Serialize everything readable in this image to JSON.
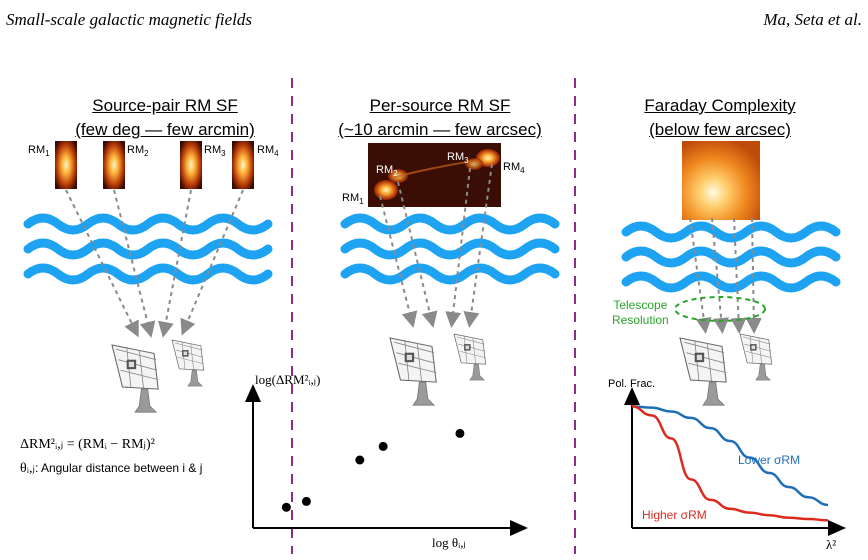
{
  "header": {
    "left": "Small-scale galactic magnetic fields",
    "right": "Ma, Seta et al."
  },
  "panels": [
    {
      "title_line1": "Source-pair RM SF",
      "title_line2": "(few deg — few arcmin)",
      "rm_labels": [
        "RM",
        "RM",
        "RM",
        "RM"
      ],
      "rm_subs": [
        "1",
        "2",
        "3",
        "4"
      ]
    },
    {
      "title_line1": "Per-source RM SF",
      "title_line2": "(~10 arcmin — few arcsec)",
      "rm_labels": [
        "RM",
        "RM",
        "RM",
        "RM"
      ],
      "rm_subs": [
        "1",
        "2",
        "3",
        "4"
      ]
    },
    {
      "title_line1": "Faraday Complexity",
      "title_line2": "(below few arcsec)"
    }
  ],
  "telescope_resolution": {
    "line1": "Telescope",
    "line2": "Resolution"
  },
  "equation": {
    "line1": "ΔRM²ᵢ,ⱼ = (RMᵢ − RMⱼ)²",
    "line2_symbol": "θᵢ,ⱼ",
    "line2_text": ": Angular distance between i & j"
  },
  "sf_plot": {
    "ylabel": "log(ΔRM²ᵢ,ⱼ)",
    "xlabel": "log θᵢ,ⱼ"
  },
  "pol_plot": {
    "ylabel": "Pol. Frac.",
    "xlabel": "λ²",
    "lower_label": "Lower σRM",
    "higher_label": "Higher σRM"
  },
  "colors": {
    "water": "#1ea3f2",
    "divider": "#8b2c8b",
    "ellipse": "#2aa52a",
    "lower_curve": "#1f6fb8",
    "higher_curve": "#dd2a1f"
  },
  "chart_data": [
    {
      "type": "scatter",
      "xlabel": "log θᵢ,ⱼ",
      "ylabel": "log(ΔRM²ᵢ,ⱼ)",
      "x": [
        0.5,
        0.8,
        1.6,
        1.95,
        3.1
      ],
      "y": [
        0.35,
        0.45,
        1.15,
        1.38,
        1.6
      ],
      "xlim": [
        0,
        4
      ],
      "ylim": [
        0,
        2.3
      ]
    },
    {
      "type": "line",
      "xlabel": "λ²",
      "ylabel": "Pol. Frac.",
      "xlim": [
        0,
        1
      ],
      "ylim": [
        0,
        1
      ],
      "series": [
        {
          "name": "Lower σRM",
          "x": [
            0.0,
            0.1,
            0.2,
            0.3,
            0.4,
            0.5,
            0.6,
            0.7,
            0.8,
            0.9,
            1.0
          ],
          "values": [
            0.95,
            0.94,
            0.91,
            0.86,
            0.78,
            0.68,
            0.55,
            0.43,
            0.32,
            0.24,
            0.18
          ]
        },
        {
          "name": "Higher σRM",
          "x": [
            0.0,
            0.1,
            0.2,
            0.3,
            0.4,
            0.5,
            0.6,
            0.7,
            0.8,
            0.9,
            1.0
          ],
          "values": [
            0.95,
            0.88,
            0.7,
            0.38,
            0.22,
            0.15,
            0.12,
            0.1,
            0.08,
            0.07,
            0.06
          ]
        }
      ]
    }
  ]
}
